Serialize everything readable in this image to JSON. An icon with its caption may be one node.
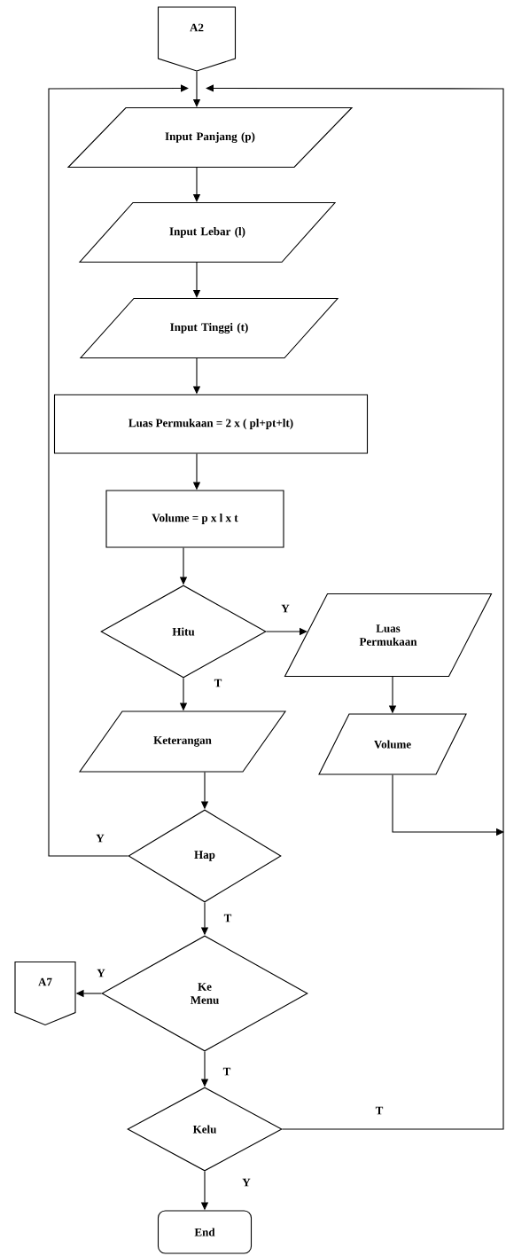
{
  "diagram": {
    "nodes": [
      {
        "text": [
          "A2"
        ]
      },
      {
        "text": [
          "Input Panjang (p)"
        ]
      },
      {
        "text": [
          "Input Lebar (l)"
        ]
      },
      {
        "text": [
          "Input Tinggi (t)"
        ]
      },
      {
        "text": [
          "Luas Permukaan = 2 x ( pl+pt+lt)"
        ]
      },
      {
        "text": [
          "Volume  = p x l x t"
        ]
      },
      {
        "text": [
          "Hitu"
        ]
      },
      {
        "text": [
          "Luas Permukaan"
        ]
      },
      {
        "text": [
          "Keterangan"
        ]
      },
      {
        "text": [
          "Volume"
        ]
      },
      {
        "text": [
          "Hap"
        ]
      },
      {
        "text": [
          "Ke Menu"
        ]
      },
      {
        "text": [
          "A7"
        ]
      },
      {
        "text": [
          "Kelu"
        ]
      },
      {
        "text": [
          "End"
        ]
      }
    ],
    "edges": [
      {
        "from": 0,
        "to": 1,
        "arrow": "to"
      },
      {
        "from": 1,
        "to": 2,
        "arrow": "to"
      },
      {
        "from": 2,
        "to": 3,
        "arrow": "to"
      },
      {
        "from": 3,
        "to": 4,
        "arrow": "to"
      },
      {
        "from": 4,
        "to": 5,
        "arrow": "to"
      },
      {
        "from": 5,
        "to": 6,
        "arrow": "to"
      },
      {
        "from": 6,
        "to": 7,
        "arrow": "to",
        "label": "Y"
      },
      {
        "from": 6,
        "to": 8,
        "arrow": "to",
        "label": "T"
      },
      {
        "from": 7,
        "to": 9,
        "arrow": "to"
      },
      {
        "from": 8,
        "to": 10,
        "arrow": "to"
      },
      {
        "from": 10,
        "to": 1,
        "arrow": "to",
        "label": "Y"
      },
      {
        "from": 9,
        "to": null,
        "arrow": "to"
      },
      {
        "from": 10,
        "to": 11,
        "arrow": "to",
        "label": "T"
      },
      {
        "from": 11,
        "to": 12,
        "arrow": "to",
        "label": "Y"
      },
      {
        "from": 11,
        "to": 13,
        "arrow": "to",
        "label": "T"
      },
      {
        "from": 13,
        "to": 1,
        "arrow": "to",
        "label": "T"
      },
      {
        "from": 13,
        "to": 14,
        "arrow": "to",
        "label": "Y"
      }
    ]
  }
}
